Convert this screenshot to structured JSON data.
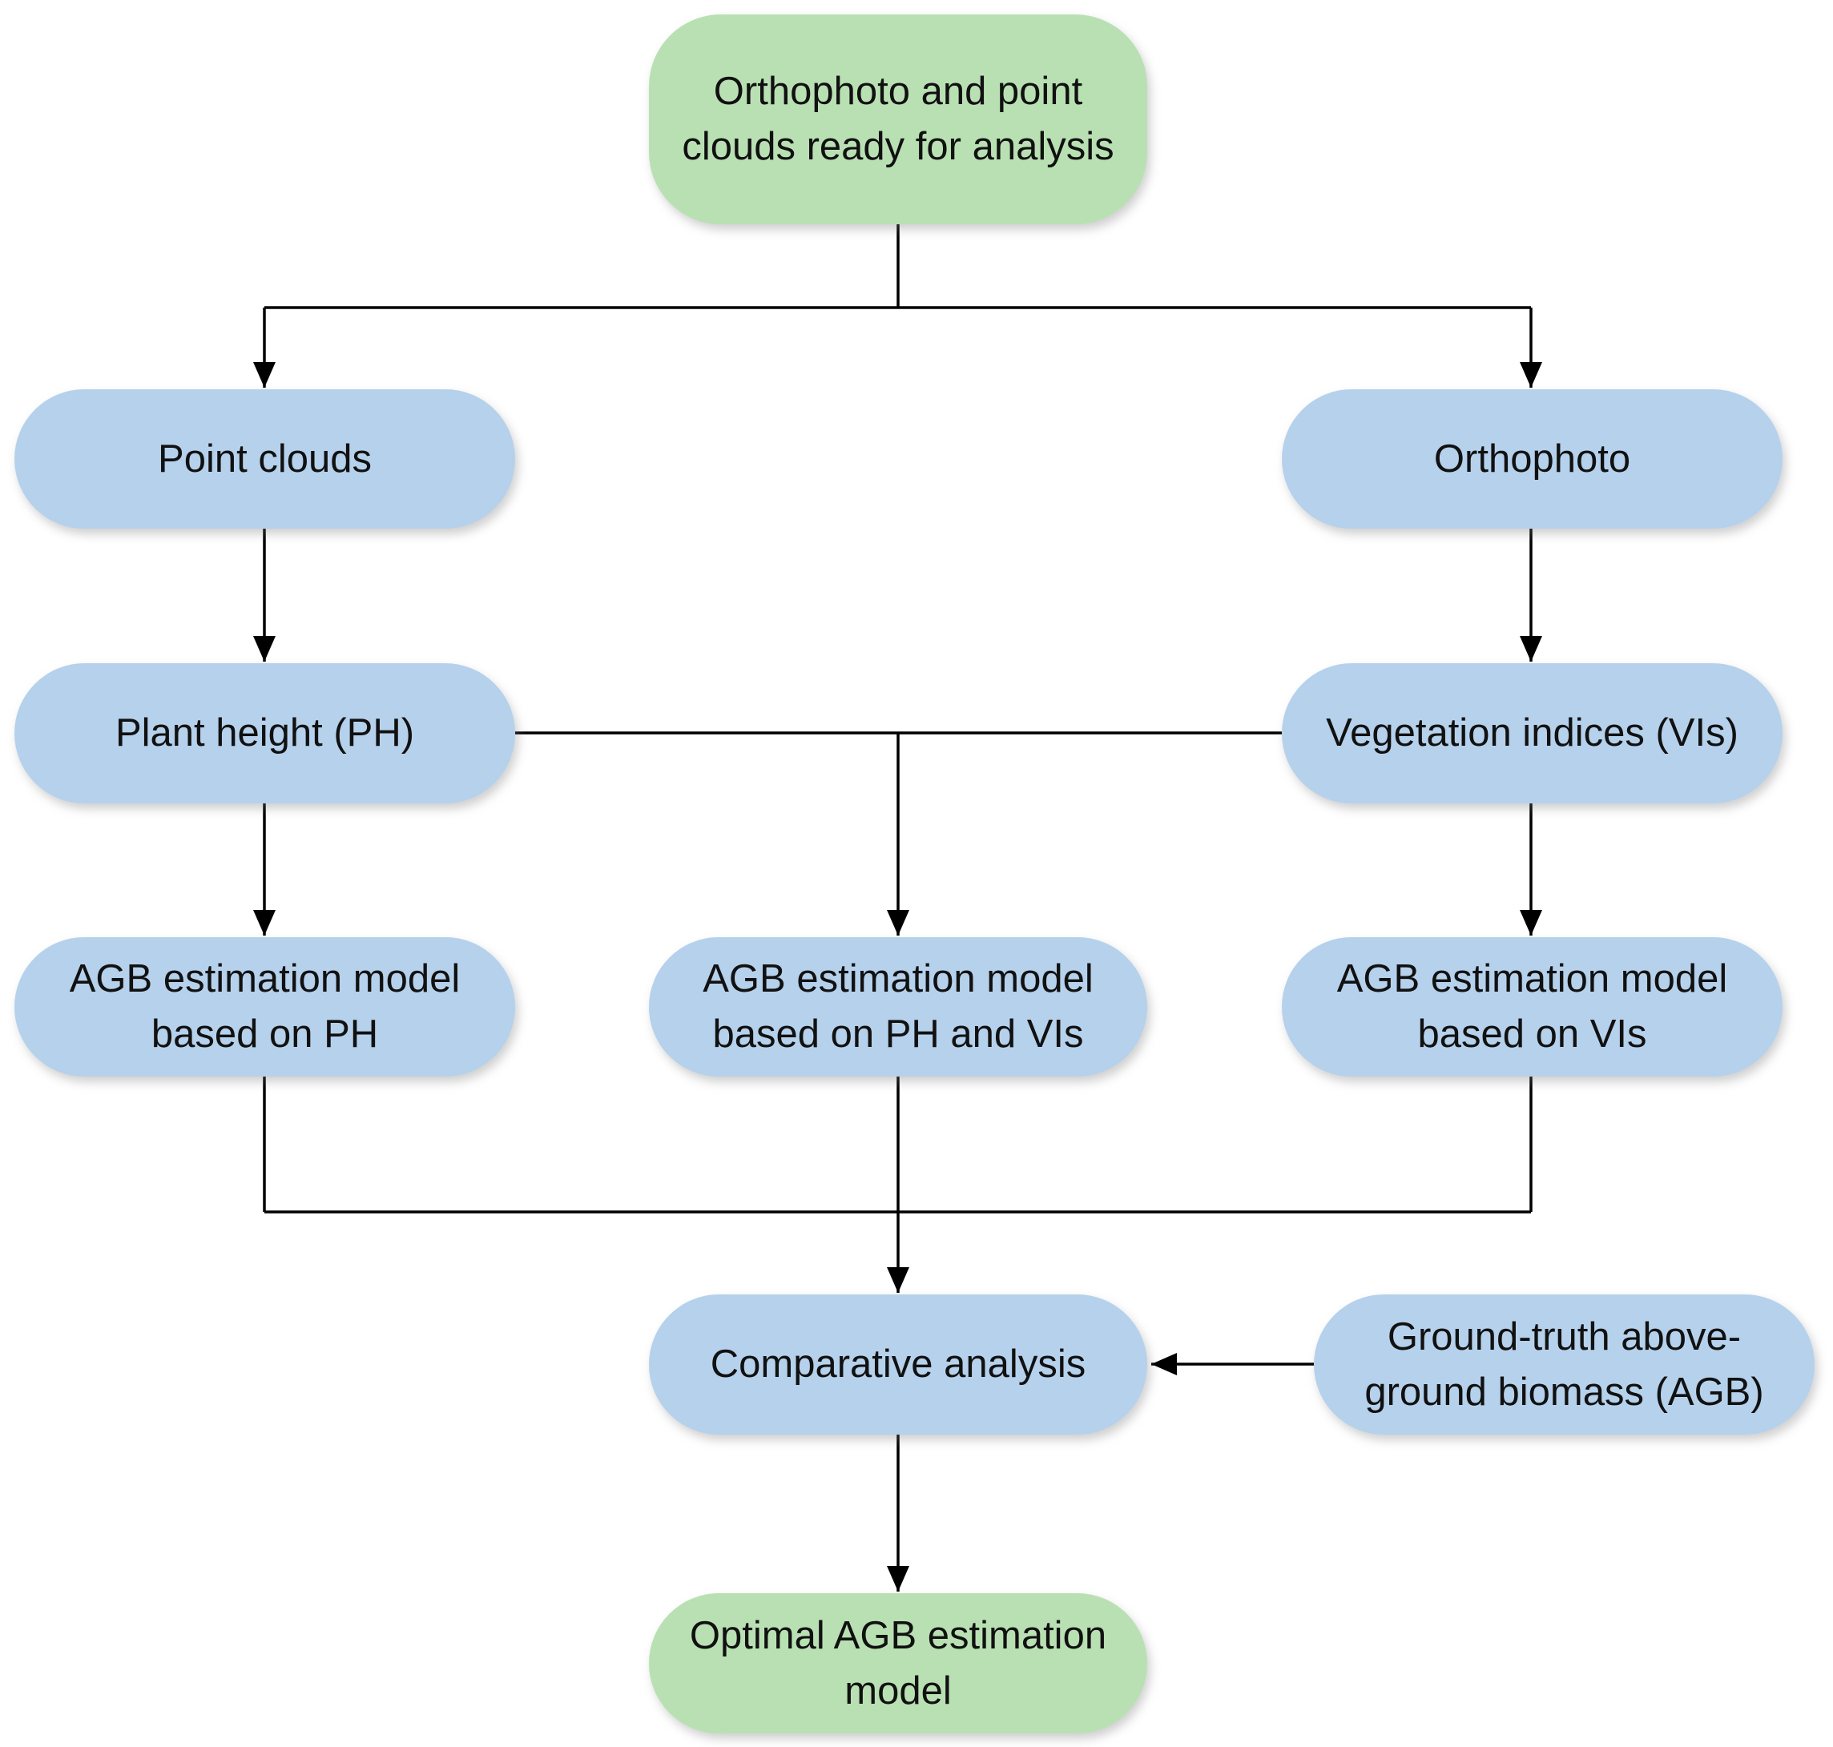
{
  "colors": {
    "start_end_fill": "#b9e0b3",
    "process_fill": "#b5d1ec",
    "arrow": "#000000"
  },
  "nodes": {
    "start": "Orthophoto and point\nclouds ready for analysis",
    "point_clouds": "Point clouds",
    "orthophoto": "Orthophoto",
    "plant_height": "Plant height (PH)",
    "vegetation_indices": "Vegetation indices (VIs)",
    "model_ph": "AGB estimation model\nbased on PH",
    "model_ph_vis": "AGB estimation model\nbased on PH and VIs",
    "model_vis": "AGB estimation model\nbased on VIs",
    "comparative": "Comparative analysis",
    "ground_truth": "Ground-truth above-\nground biomass (AGB)",
    "optimal": "Optimal AGB estimation\nmodel"
  }
}
